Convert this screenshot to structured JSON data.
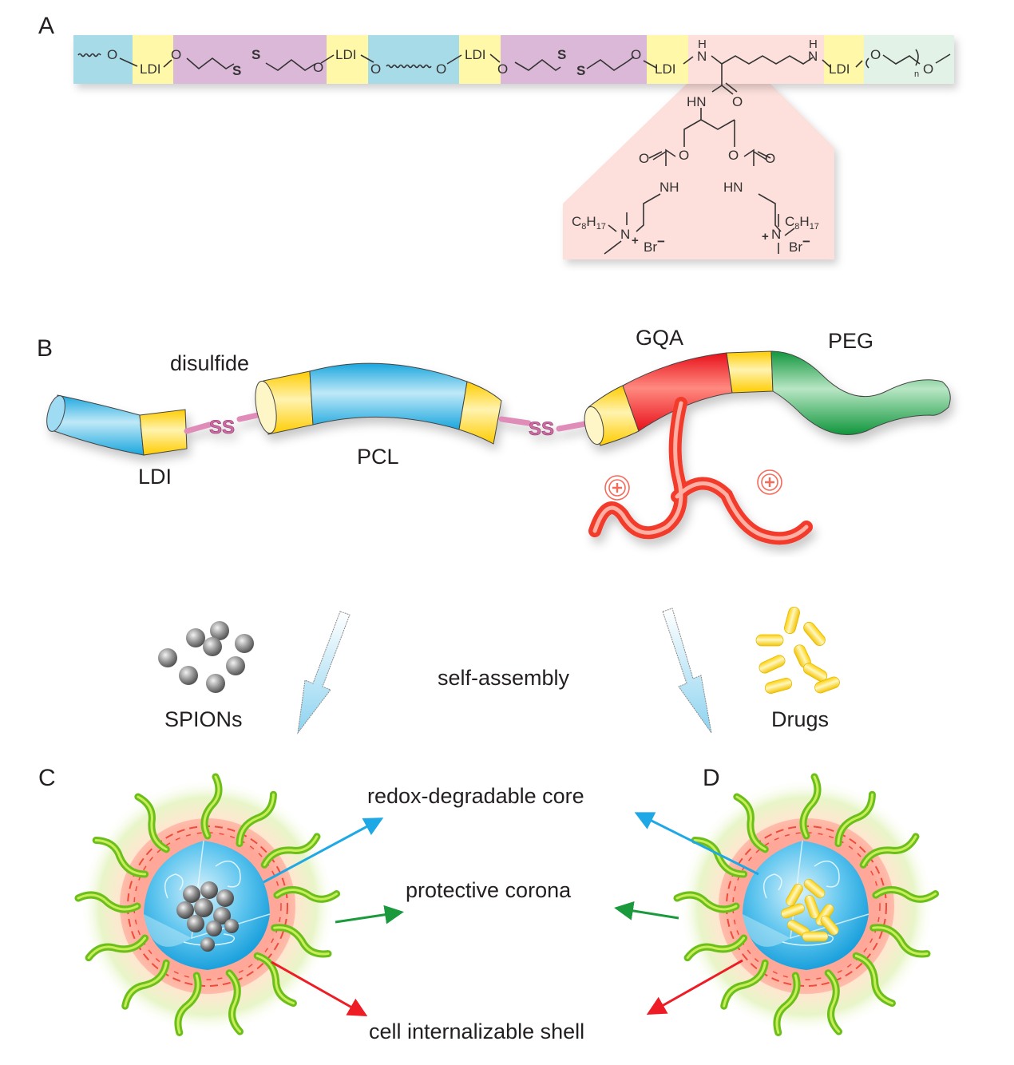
{
  "panels": {
    "A": "A",
    "B": "B",
    "C": "C",
    "D": "D"
  },
  "panel_a": {
    "segments": [
      {
        "type": "PCL",
        "color": "#a8dbe8"
      },
      {
        "type": "LDI",
        "color": "#fff8a8",
        "label": "LDI"
      },
      {
        "type": "disulfide",
        "color": "#dcb8d8"
      },
      {
        "type": "LDI",
        "color": "#fff8a8",
        "label": "LDI"
      },
      {
        "type": "PCL",
        "color": "#a8dbe8"
      },
      {
        "type": "LDI",
        "color": "#fff8a8",
        "label": "LDI"
      },
      {
        "type": "disulfide",
        "color": "#dcb8d8"
      },
      {
        "type": "LDI",
        "color": "#fff8a8",
        "label": "LDI"
      },
      {
        "type": "GQA",
        "color": "#fde0dc"
      },
      {
        "type": "LDI",
        "color": "#fff8a8",
        "label": "LDI"
      },
      {
        "type": "PEG",
        "color": "#e2f2e6"
      }
    ],
    "atoms": {
      "O": "O",
      "S": "S",
      "N": "N",
      "H": "H",
      "HN": "HN",
      "NH": "NH",
      "n": "n",
      "C8H17_left": "C",
      "C8H17_sub8": "8",
      "C8H17_H": "H",
      "C8H17_sub17": "17",
      "Br": "Br",
      "plus": "+",
      "minus": "−"
    },
    "pendant_color": "#fde0dc"
  },
  "panel_b": {
    "labels": {
      "disulfide": "disulfide",
      "ldi": "LDI",
      "pcl": "PCL",
      "gqa": "GQA",
      "peg": "PEG",
      "ss1": "SS",
      "ss2": "SS"
    },
    "colors": {
      "pcl": "#29b5e8",
      "ldi": "#ffd200",
      "gqa": "#ee1c25",
      "peg": "#1fa64a",
      "disulfide": "#e08cb8",
      "cation": "#ff4a3a"
    }
  },
  "assembly": {
    "spions": "SPIONs",
    "self_assembly": "self-assembly",
    "drugs": "Drugs",
    "spion_color": "#8a8a8a",
    "drug_color": "#ffd21a"
  },
  "panel_cd": {
    "annotations": {
      "core": "redox-degradable core",
      "corona": "protective corona",
      "shell": "cell internalizable shell"
    },
    "arrow_colors": {
      "core": "#1ea8e6",
      "corona": "#1a9a3c",
      "shell": "#ee1c25"
    }
  }
}
